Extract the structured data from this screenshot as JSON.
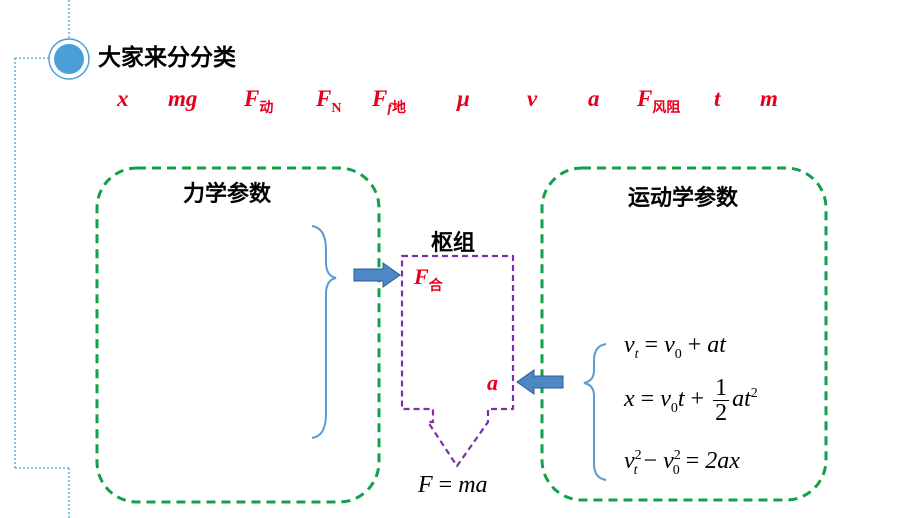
{
  "heading": "大家来分分类",
  "variables": {
    "x": "x",
    "mg": "mg",
    "f_dong_base": "F",
    "f_dong_sub": "动",
    "fn_base": "F",
    "fn_sub": "N",
    "ffd_base": "F",
    "ffd_sub_italic": "f",
    "ffd_sub": "地",
    "mu": "μ",
    "v": "v",
    "a": "a",
    "ffz_base": "F",
    "ffz_sub": "风阻",
    "t": "t",
    "m": "m"
  },
  "mechanics_box": {
    "label": "力学参数"
  },
  "kinematics_box": {
    "label": "运动学参数"
  },
  "hub": {
    "label": "枢组",
    "f_net_base": "F",
    "f_net_sub": "合",
    "a": "a"
  },
  "equations": {
    "eq1": {
      "lhs": "v",
      "lhs_sub": "t",
      "eq": "=",
      "v0": "v",
      "v0_sub": "0",
      "plus": "+",
      "at": "at"
    },
    "eq2": {
      "lhs": "x",
      "eq": "=",
      "v0": "v",
      "v0_sub": "0",
      "t": "t",
      "plus": "+",
      "num": "1",
      "den": "2",
      "at": "at",
      "sup": "2"
    },
    "eq3": {
      "v1": "v",
      "v1_sub": "t",
      "v1_sup": "2",
      "minus": "−",
      "v2": "v",
      "v2_sub": "0",
      "v2_sup": "2",
      "eq": "=",
      "rhs": "2ax"
    },
    "newton": {
      "f": "F",
      "eq": "=",
      "ma": "ma"
    }
  },
  "colors": {
    "accent_circle": "#4a9fd8",
    "connector_line": "#4aa3c8",
    "dashed_green": "#12a04b",
    "dashed_purple": "#7b2fa8",
    "brace_blue": "#5b9bd5",
    "arrow_blue": "#4f86c6",
    "variable_red": "#e6001e"
  }
}
